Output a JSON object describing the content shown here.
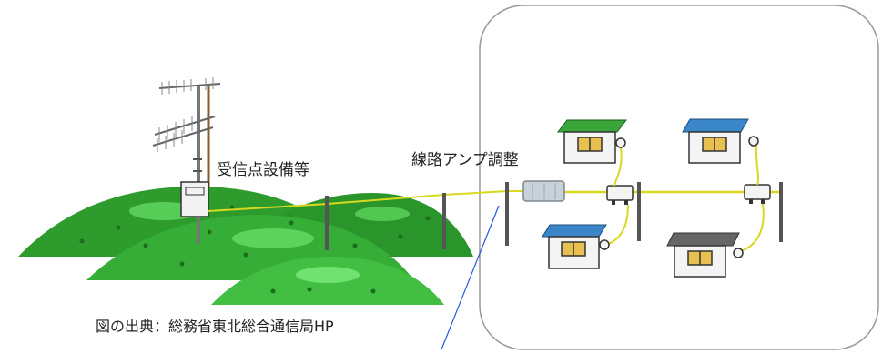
{
  "labels": {
    "reception_facility": "受信点設備等",
    "line_amp_adjustment": "線路アンプ調整",
    "source": "図の出典：総務省東北総合通信局HP"
  },
  "colors": {
    "hill_dark": "#1e7a1e",
    "hill_mid": "#35b535",
    "hill_light": "#6fe06f",
    "cable": "#d8d820",
    "pole": "#555555",
    "roof_green": "#3aa63a",
    "roof_blue": "#3a86c8",
    "roof_gray": "#666666",
    "house_wall": "#f4f4f4",
    "window": "#e8c050",
    "callout_line": "#2255dd",
    "frame": "#999999"
  },
  "icons": [
    "antenna-icon",
    "amplifier-icon",
    "splitter-icon",
    "tap-icon",
    "house-icon",
    "utility-pole-icon"
  ]
}
